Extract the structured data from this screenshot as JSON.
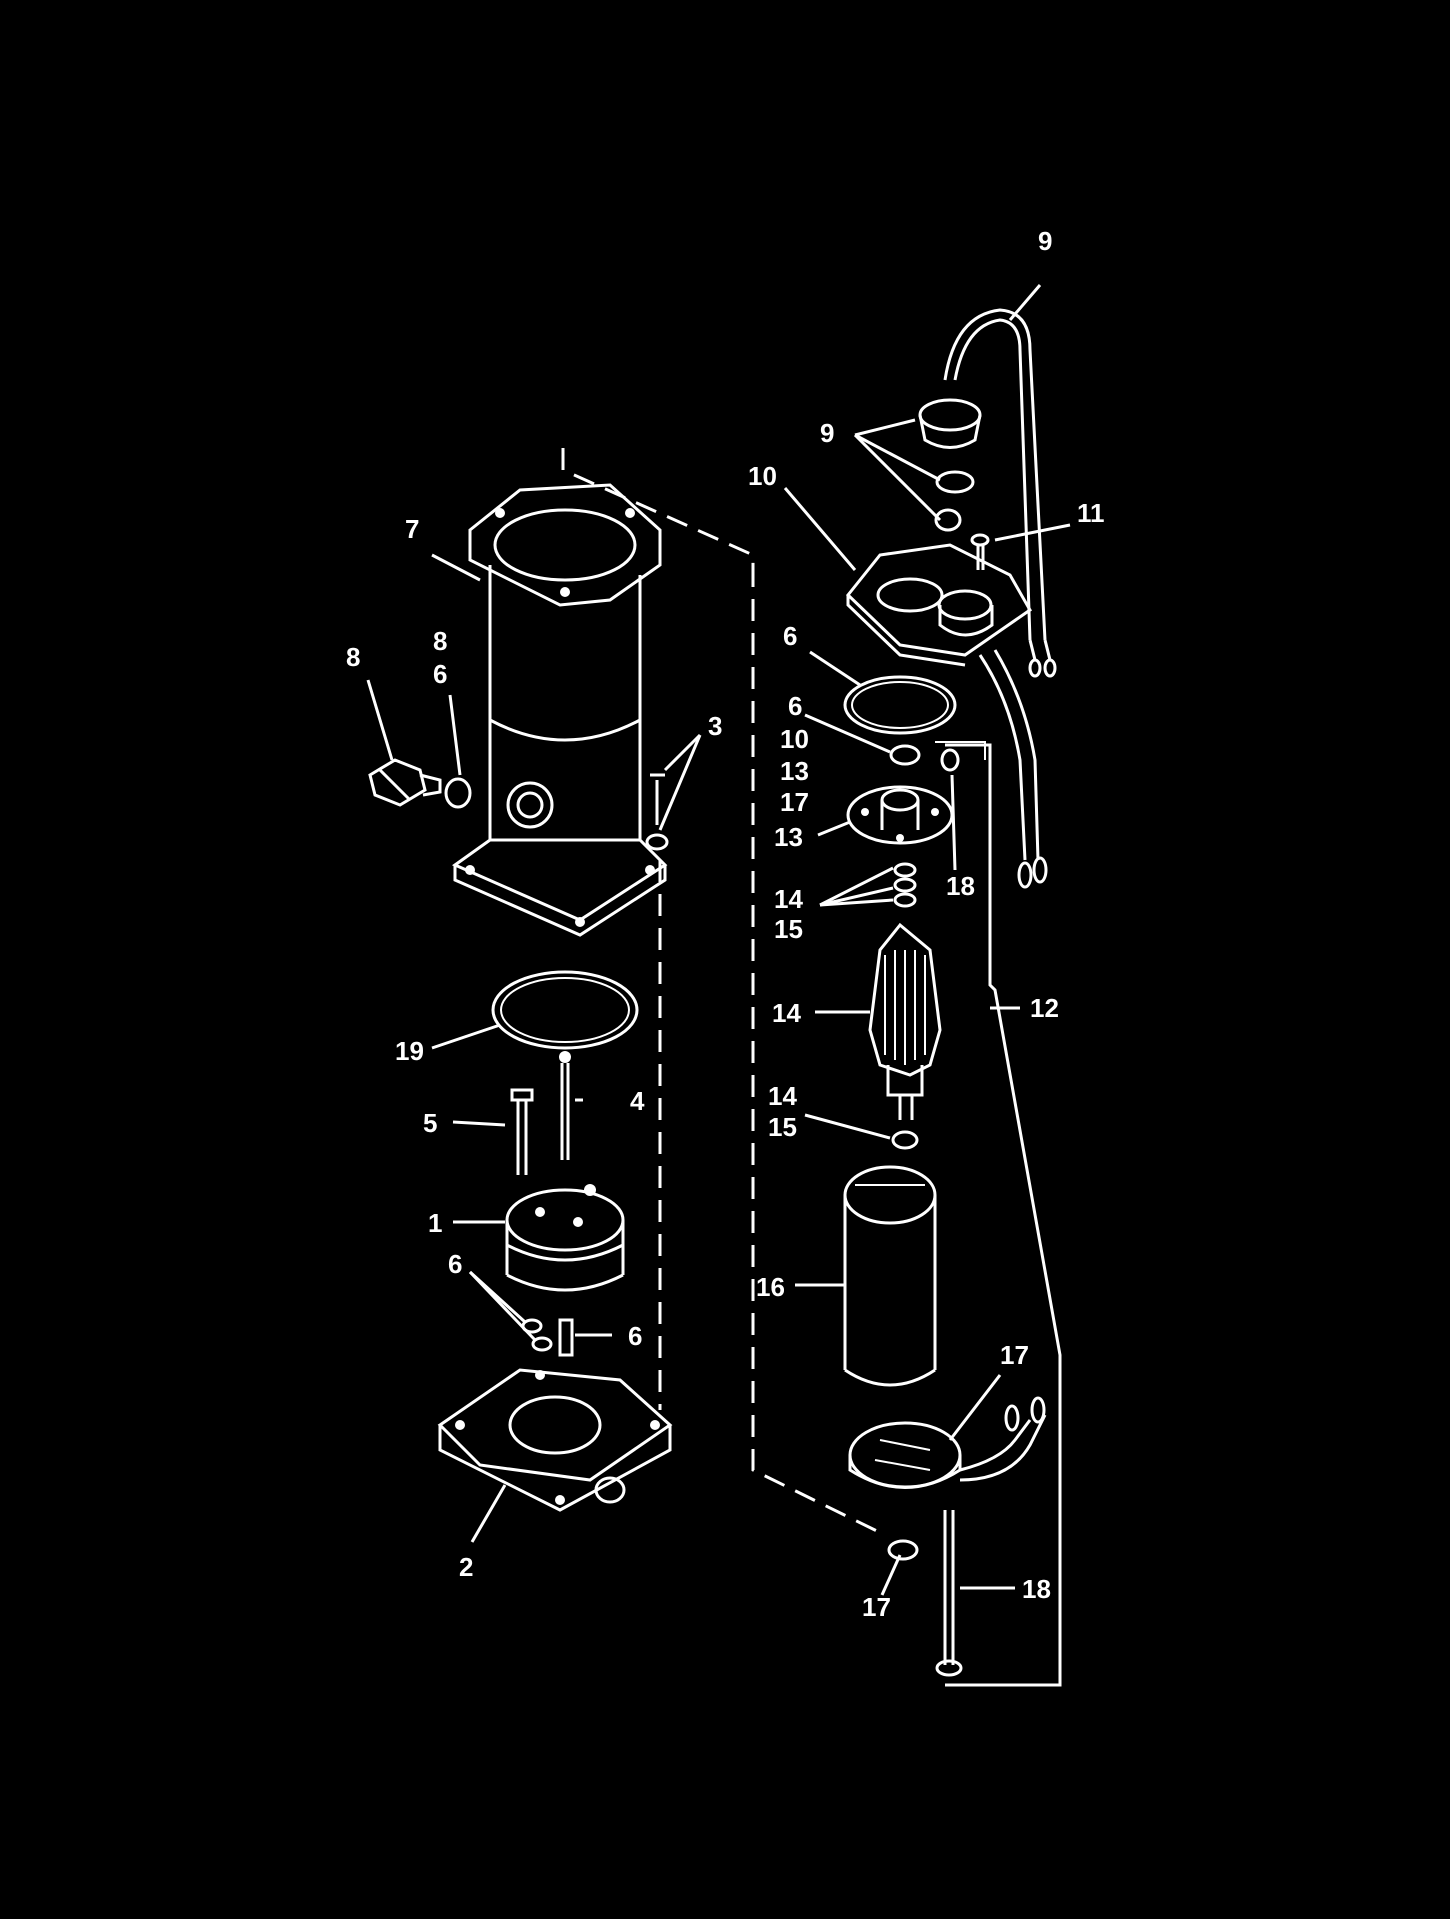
{
  "colors": {
    "background": "#000000",
    "line": "#ffffff"
  },
  "labels": {
    "l1": "1",
    "l2": "2",
    "l3": "3",
    "l4": "4",
    "l5": "5",
    "l6a": "6",
    "l6b": "6",
    "l6c": "6",
    "l6d": "6",
    "l6e": "6",
    "l7": "7",
    "l8a": "8",
    "l8b": "8",
    "l9a": "9",
    "l9b": "9",
    "l10a": "10",
    "l10b": "10",
    "l11": "11",
    "l12": "12",
    "l13a": "13",
    "l13b": "13",
    "l14a": "14",
    "l14b": "14",
    "l14c": "14",
    "l15a": "15",
    "l15b": "15",
    "l16": "16",
    "l17a": "17",
    "l17b": "17",
    "l17c": "17",
    "l18a": "18",
    "l18b": "18",
    "l19": "19"
  }
}
